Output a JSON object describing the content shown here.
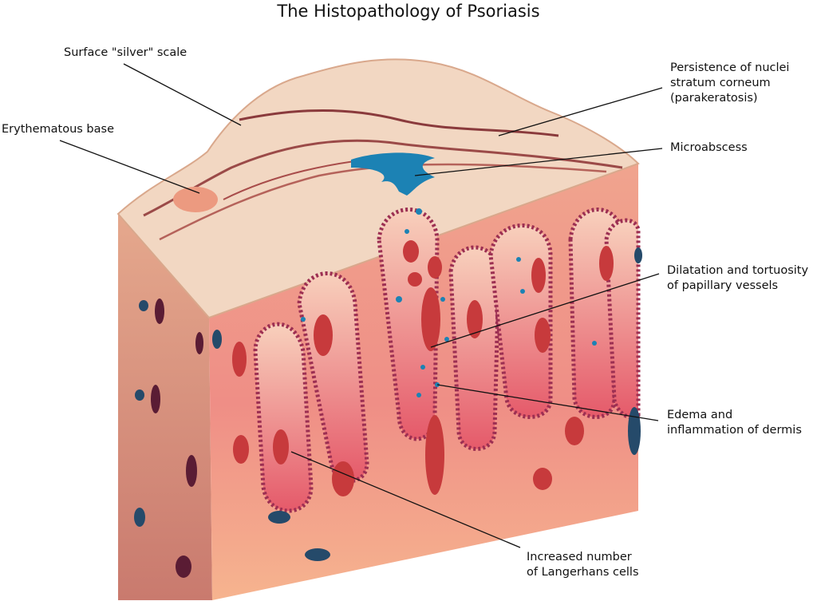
{
  "title": "The Histopathology of Psoriasis",
  "labels": {
    "surface_scale": "Surface \"silver\" scale",
    "erythematous_base": "Erythematous base",
    "parakeratosis": "Persistence of nuclei\nstratum corneum\n(parakeratosis)",
    "microabscess": "Microabscess",
    "papillary_vessels": "Dilatation and tortuosity\nof papillary vessels",
    "edema": "Edema and\ninflammation of dermis",
    "langerhans": "Increased number\nof Langerhans cells"
  },
  "colors": {
    "front_face": "#f3b293",
    "side_face": "#d98f7c",
    "papilla_border": "#9c2f52",
    "papilla_fill": "#f6c4b0",
    "vessel": "#c73a3c",
    "microabscess": "#1c82b4",
    "scale": "#f4dcc8"
  }
}
